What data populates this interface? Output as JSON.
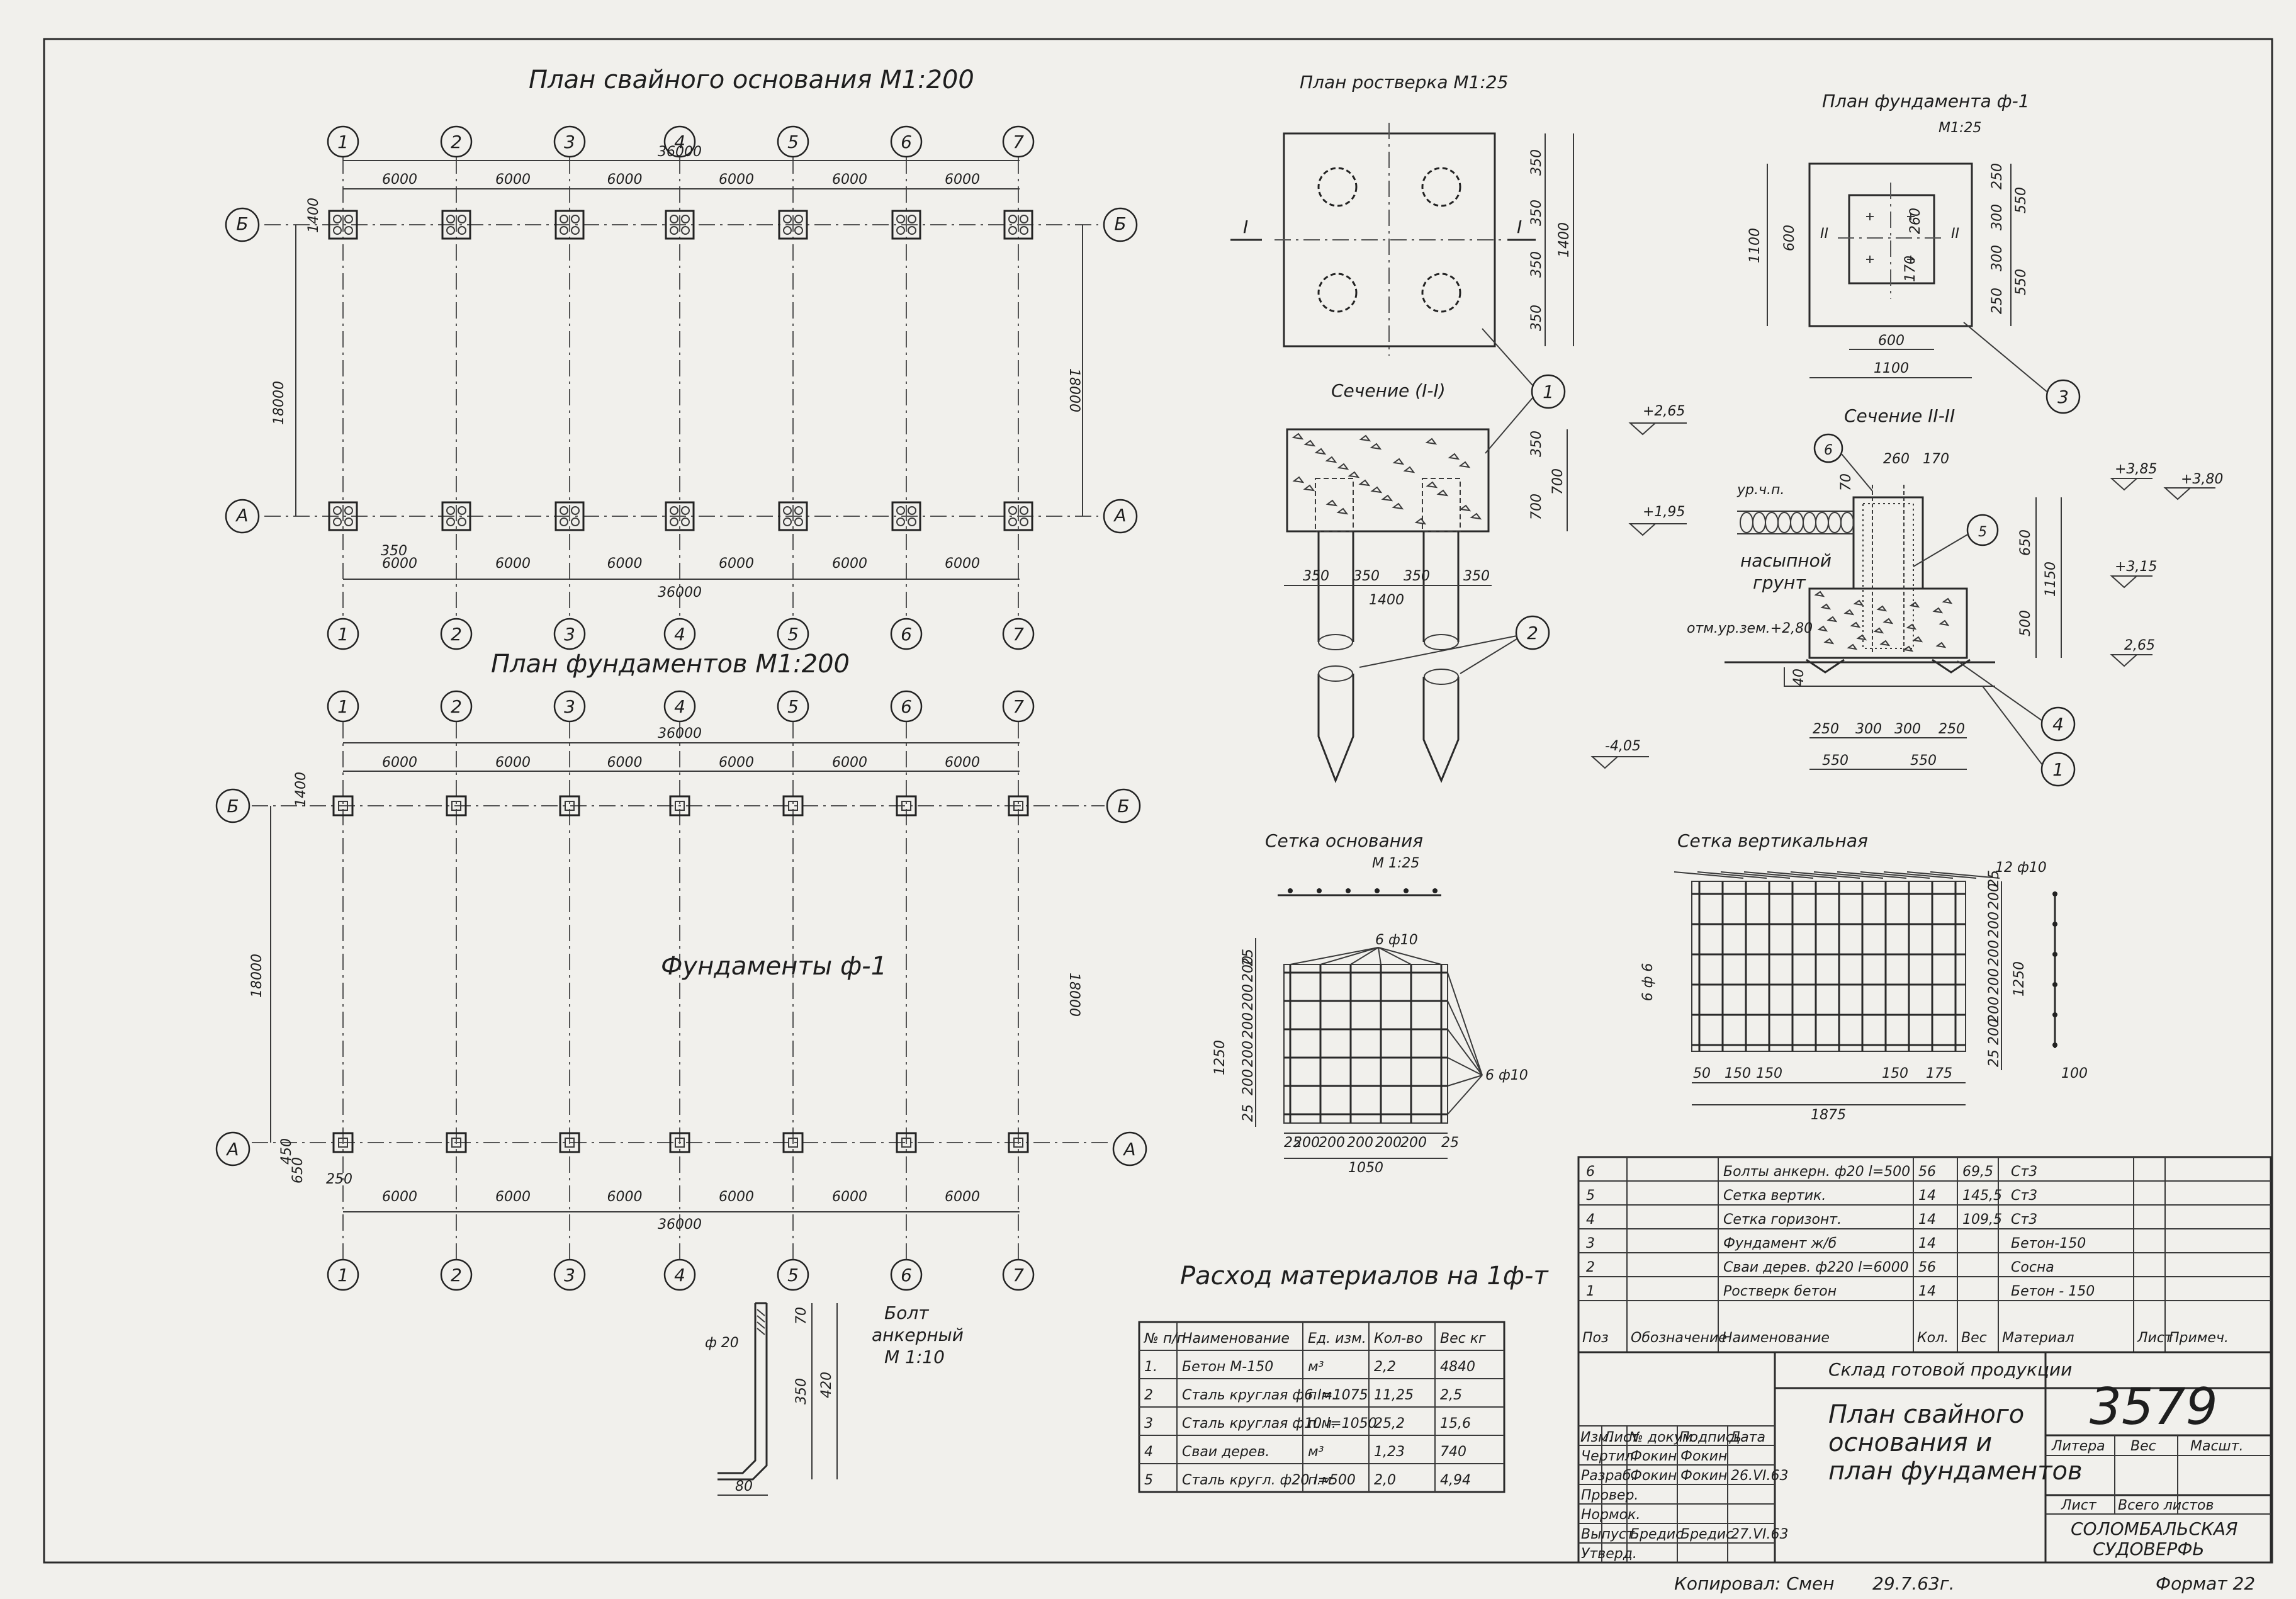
{
  "sheet": {
    "top_number": "3579",
    "copied_by": "Копировал: Смен",
    "copied_date": "29.7.63г.",
    "format": "Формат 22"
  },
  "pile_plan": {
    "title": "План свайного основания  М1:200",
    "axes": [
      "1",
      "2",
      "3",
      "4",
      "5",
      "6",
      "7"
    ],
    "rows": [
      "Б",
      "А"
    ],
    "overall": "36000",
    "spans": [
      "6000",
      "6000",
      "6000",
      "6000",
      "6000",
      "6000"
    ],
    "height": "18000",
    "small": [
      "1400",
      "350"
    ]
  },
  "found_plan": {
    "title": "План фундаментов  М1:200",
    "label": "Фундаменты  ф-1",
    "axes": [
      "1",
      "2",
      "3",
      "4",
      "5",
      "6",
      "7"
    ],
    "rows": [
      "Б",
      "А"
    ],
    "overall": "36000",
    "spans": [
      "6000",
      "6000",
      "6000",
      "6000",
      "6000",
      "6000"
    ],
    "height": "18000",
    "small": [
      "1400",
      "250",
      "650",
      "450"
    ]
  },
  "grillage_plan": {
    "title": "План ростверка  М1:25",
    "section_mark": "I",
    "dims": [
      "350",
      "350",
      "350",
      "350",
      "1400"
    ]
  },
  "section_1": {
    "title": "Сечение (I-I)",
    "levels": [
      "+2,65",
      "+1,95",
      "-4,05"
    ],
    "dims": [
      "350",
      "350",
      "350",
      "350",
      "350",
      "700",
      "1400"
    ],
    "callouts": [
      "1",
      "2"
    ]
  },
  "found_f1": {
    "title": "План фундамента ф-1",
    "scale": "М1:25",
    "section_mark": "II",
    "dims": [
      "1100",
      "600",
      "250",
      "300",
      "300",
      "250",
      "550",
      "550",
      "600",
      "1100",
      "170",
      "260"
    ],
    "callout": "3"
  },
  "section_2": {
    "title": "Сечение II-II",
    "labels": [
      "ур.ч.п.",
      "насыпной",
      "грунт",
      "отм.ур.зем.+2,80"
    ],
    "levels": [
      "+3,85",
      "+3,80",
      "+3,15",
      "2,65"
    ],
    "dims": [
      "260",
      "170",
      "70",
      "650",
      "500",
      "1150",
      "40",
      "250",
      "300",
      "300",
      "250",
      "550",
      "550"
    ],
    "callouts": [
      "6",
      "5",
      "4",
      "1"
    ]
  },
  "mesh_base": {
    "title": "Сетка  основания",
    "scale": "М 1:25",
    "bars_top": "6 ф10",
    "bars_right": "6 ф10",
    "dims_left": [
      "25",
      "200",
      "200",
      "200",
      "200",
      "200",
      "25",
      "1250"
    ],
    "dims_bottom": [
      "25",
      "200",
      "200",
      "200",
      "200",
      "200",
      "25"
    ],
    "width": "1050"
  },
  "mesh_vert": {
    "title": "Сетка  вертикальная",
    "bars_top": "12 ф10",
    "bars_left": "6 ф 6",
    "dims_right": [
      "25",
      "200",
      "200",
      "200",
      "200",
      "200",
      "200",
      "25",
      "1250"
    ],
    "dims_bottom": [
      "50",
      "150",
      "150",
      "150",
      "175"
    ],
    "width": "1875",
    "right": "100"
  },
  "anchor_bolt": {
    "title": "Болт\nанкерный",
    "title_line1": "Болт",
    "title_line2": "анкерный",
    "scale": "М 1:10",
    "dims": [
      "ф 20",
      "70",
      "350",
      "420",
      "80"
    ]
  },
  "materials": {
    "title": "Расход материалов на 1ф-т",
    "headers": [
      "№ п/п",
      "Наименование",
      "Ед. изм.",
      "Кол-во",
      "Вес кг"
    ],
    "rows": [
      [
        "1.",
        "Бетон М-150",
        "м³",
        "2,2",
        "4840"
      ],
      [
        "2",
        "Сталь круглая ф6 l=1075",
        "п.м.",
        "11,25",
        "2,5"
      ],
      [
        "3",
        "Сталь круглая ф10 l=1050",
        "п.м.",
        "25,2",
        "15,6"
      ],
      [
        "4",
        "Сваи дерев.",
        "м³",
        "1,23",
        "740"
      ],
      [
        "5",
        "Сталь кругл. ф20 l=500",
        "п.м.",
        "2,0",
        "4,94"
      ]
    ]
  },
  "spec": {
    "headers": [
      "Поз",
      "Обозначение",
      "Наименование",
      "Кол.",
      "Вес",
      "Материал",
      "Лист",
      "Примеч."
    ],
    "rows": [
      [
        "6",
        "",
        "Болты анкерн. ф20 l=500",
        "56",
        "69,5",
        "Ст3"
      ],
      [
        "5",
        "",
        "Сетка вертик.",
        "14",
        "145,5",
        "Ст3"
      ],
      [
        "4",
        "",
        "Сетка горизонт.",
        "14",
        "109,5",
        "Ст3"
      ],
      [
        "3",
        "",
        "Фундамент ж/б",
        "14",
        "",
        "Бетон-150"
      ],
      [
        "2",
        "",
        "Сваи дерев. ф220 l=6000",
        "56",
        "",
        "Сосна"
      ],
      [
        "1",
        "",
        "Ростверк бетон",
        "14",
        "",
        "Бетон - 150"
      ]
    ]
  },
  "title_block": {
    "project": "Склад готовой продукции",
    "drawing_title_1": "План свайного",
    "drawing_title_2": "основания и",
    "drawing_title_3": "план фундаментов",
    "number": "3579",
    "col_headers": [
      "Изм.",
      "Лист",
      "№ докум.",
      "Подпись",
      "Дата"
    ],
    "roles": [
      "Чертил",
      "Разраб.",
      "Провер.",
      "Нормок.",
      "Выпуст.",
      "Утверд."
    ],
    "names": [
      "Фокин",
      "Фокин",
      "",
      "",
      "Бредис",
      ""
    ],
    "signs": [
      "Фокин",
      "Фокин",
      "",
      "",
      "Бредис",
      ""
    ],
    "dates": [
      "",
      "26.VI.63",
      "",
      "",
      "27.VI.63",
      ""
    ],
    "litera": "Литера",
    "ves": "Вес",
    "masht": "Масшт.",
    "list": "Лист",
    "vsego": "Всего листов",
    "org_1": "СОЛОМБАЛЬСКАЯ",
    "org_2": "СУДОВЕРФЬ"
  }
}
